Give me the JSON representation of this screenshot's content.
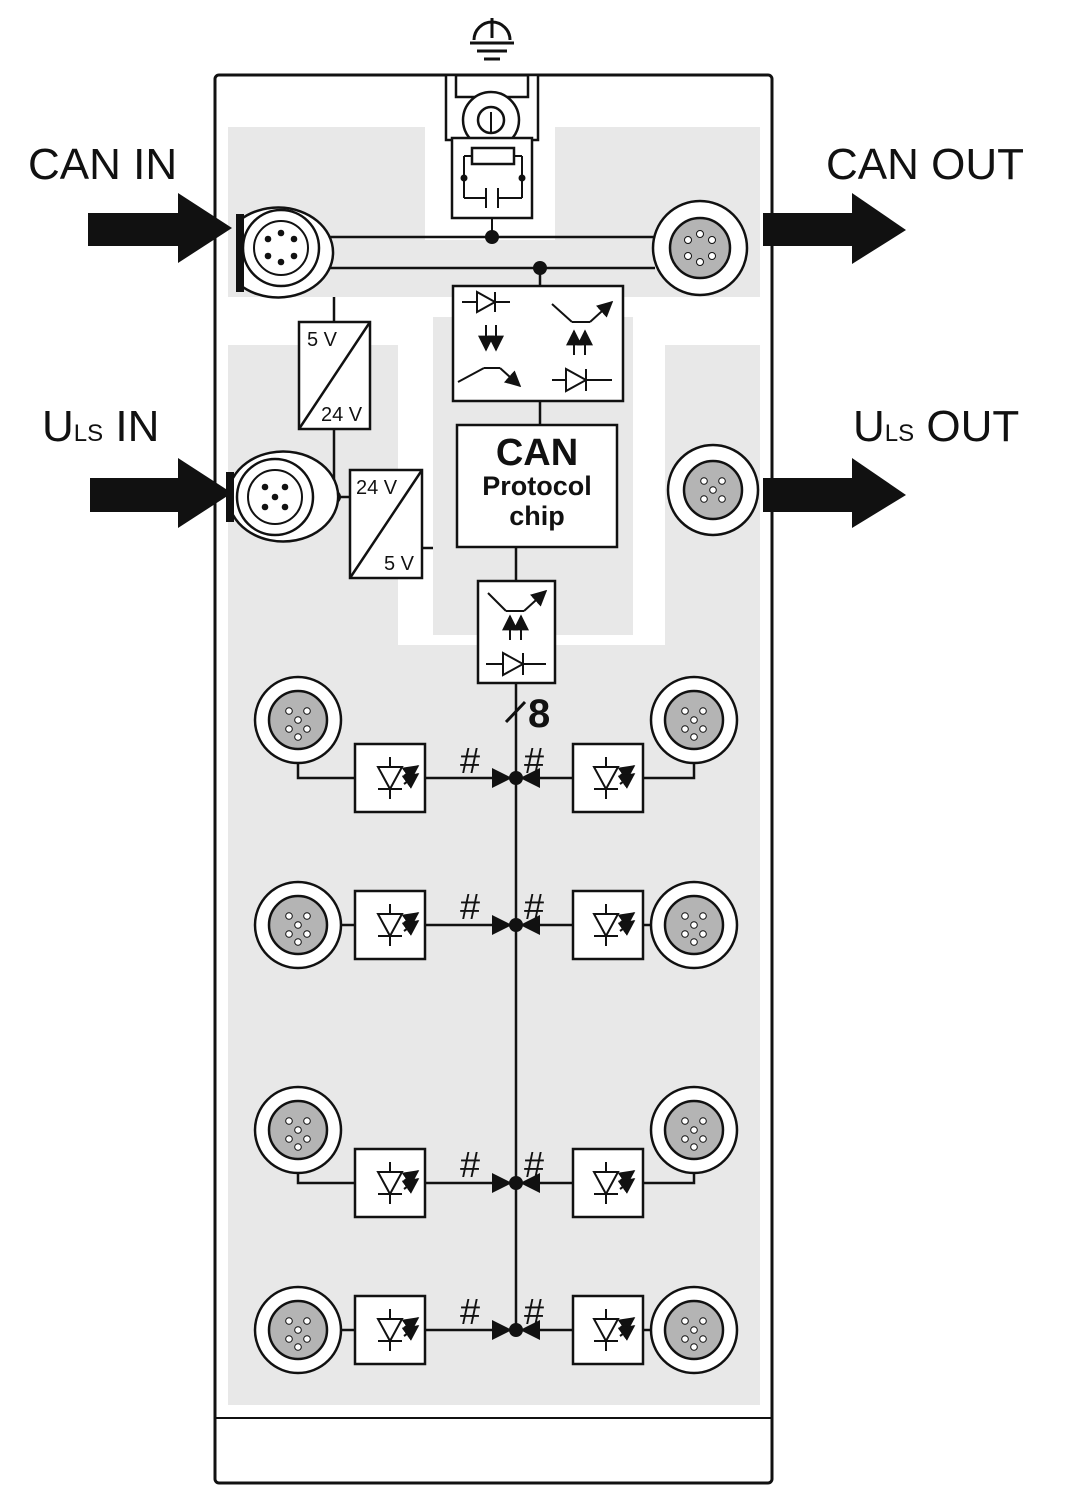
{
  "labels": {
    "can_in": "CAN IN",
    "can_out": "CAN OUT",
    "uls_in_main": "U",
    "uls_in_sub": "LS",
    "uls_in_tail": " IN",
    "uls_out_main": "U",
    "uls_out_sub": "LS",
    "uls_out_tail": " OUT"
  },
  "converters": {
    "top": {
      "top_label": "5 V",
      "bottom_label": "24 V"
    },
    "bottom": {
      "top_label": "24 V",
      "bottom_label": "5 V"
    }
  },
  "chip": {
    "line1": "CAN",
    "line2": "Protocol",
    "line3": "chip"
  },
  "bus_width": "8",
  "hash_symbol": "#",
  "io_rows": 4,
  "colors": {
    "shade": "#e8e8e8",
    "connector_face": "#b4b4b4",
    "line": "#111111"
  }
}
